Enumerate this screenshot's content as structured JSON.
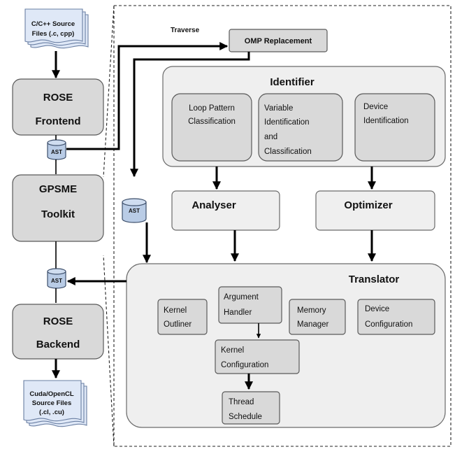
{
  "source_files": {
    "line1": "C/C++ Source",
    "line2": "Files (.c, cpp)"
  },
  "rose_frontend": {
    "line1": "ROSE",
    "line2": "Frontend"
  },
  "ast_label": "AST",
  "gpsme": {
    "line1": "GPSME",
    "line2": "Toolkit"
  },
  "rose_backend": {
    "line1": "ROSE",
    "line2": "Backend"
  },
  "output_files": {
    "line1": "Cuda/OpenCL",
    "line2": "Source Files",
    "line3": "(.cl, .cu)"
  },
  "traverse_label": "Traverse",
  "omp_replacement": "OMP Replacement",
  "identifier": {
    "title": "Identifier",
    "loop": {
      "line1": "Loop Pattern",
      "line2": "Classification"
    },
    "variable": {
      "line1": "Variable",
      "line2": "Identification",
      "line3": "and",
      "line4": "Classification"
    },
    "device": {
      "line1": "Device",
      "line2": "Identification"
    }
  },
  "analyser": "Analyser",
  "optimizer": "Optimizer",
  "translator": {
    "title": "Translator",
    "kernel_outliner": {
      "line1": "Kernel",
      "line2": "Outliner"
    },
    "argument_handler": {
      "line1": "Argument",
      "line2": "Handler"
    },
    "memory_manager": {
      "line1": "Memory",
      "line2": "Manager"
    },
    "device_configuration": {
      "line1": "Device",
      "line2": "Configuration"
    },
    "kernel_configuration": {
      "line1": "Kernel",
      "line2": "Configuration"
    },
    "thread_schedule": {
      "line1": "Thread",
      "line2": "Schedule"
    }
  }
}
